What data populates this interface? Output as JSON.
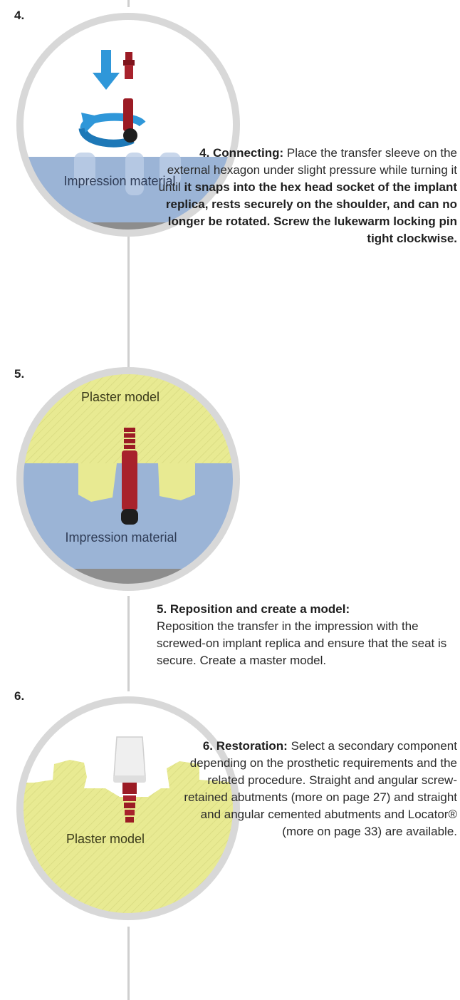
{
  "colors": {
    "impression": "#9bb4d6",
    "plaster": "#e8ea92",
    "implant_red": "#9b1b24",
    "arrow_blue": "#2f97d9",
    "ring": "#d8d8d8",
    "timeline": "#cfcfcf"
  },
  "steps": [
    {
      "number": "4.",
      "labels": {
        "impression": "Impression material"
      },
      "title": "4. Connecting:",
      "text_before_bold": " Place the transfer sleeve on the external hexagon under slight pressure while turning it until ",
      "bold_text": "it snaps into the hex head socket of the implant replica, rests securely on the shoulder, and can no longer be rotated. Screw the lukewarm locking pin tight clockwise.",
      "icons": [
        "down-arrow-icon",
        "rotate-arrow-icon"
      ]
    },
    {
      "number": "5.",
      "labels": {
        "plaster": "Plaster model",
        "impression": "Impression material"
      },
      "title": "5. Reposition and create a model:",
      "text": "Reposition the transfer in the impression with the screwed-on implant replica and ensure that the seat is secure. Create a master model."
    },
    {
      "number": "6.",
      "labels": {
        "plaster": "Plaster model"
      },
      "title": "6. Restoration:",
      "text": " Select a secondary component depending on the prosthetic requirements and the related procedure. Straight and angular screw-retained abutments (more on page 27) and straight and angular cemented abutments and Locator® (more on page 33) are available."
    }
  ]
}
